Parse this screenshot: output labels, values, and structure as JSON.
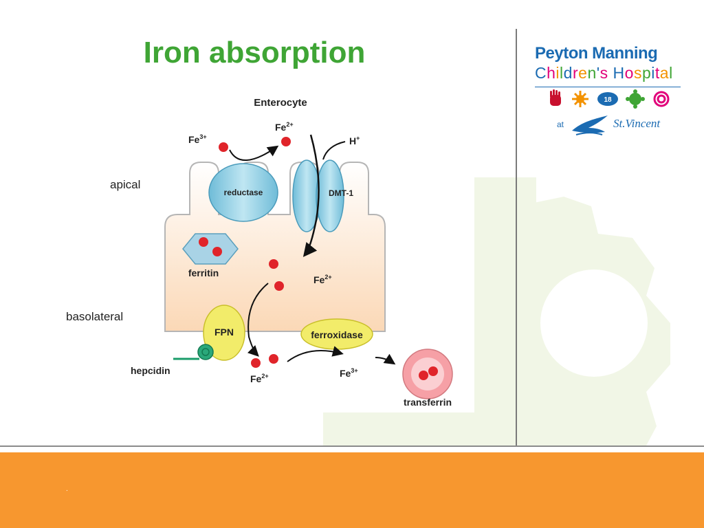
{
  "slide": {
    "title": "Iron absorption",
    "footer_mark": "."
  },
  "logo": {
    "line1": "Peyton Manning",
    "line2": "Children's Hospital",
    "line2_letters": [
      "C",
      "h",
      "i",
      "l",
      "d",
      "r",
      "e",
      "n",
      "'",
      "s",
      " ",
      "H",
      "o",
      "s",
      "p",
      "i",
      "t",
      "a",
      "l"
    ],
    "line2_colors": [
      "#1b6bb2",
      "#e1007a",
      "#f39200",
      "#3fa535",
      "#1b6bb2",
      "#e1007a",
      "#f39200",
      "#3fa535",
      "#1b6bb2",
      "#e1007a",
      "#ffffff",
      "#1b6bb2",
      "#e1007a",
      "#f39200",
      "#3fa535",
      "#1b6bb2",
      "#e1007a",
      "#f39200",
      "#3fa535"
    ],
    "icons": [
      "hand-icon",
      "sun-icon",
      "fish-18-icon",
      "flower-icon",
      "spiral-icon"
    ],
    "badge_number": "18",
    "at": "at",
    "partner": "St.Vincent"
  },
  "diagram": {
    "cell_label": "Enterocyte",
    "apical": "apical",
    "basolateral": "basolateral",
    "fe3_in": "Fe3+",
    "fe2_top": "Fe2+",
    "h_ion": "H+",
    "reductase": "reductase",
    "dmt1": "DMT-1",
    "ferritin": "ferritin",
    "fe2_mid": "Fe2+",
    "fpn": "FPN",
    "ferroxidase": "ferroxidase",
    "hepcidin": "hepcidin",
    "fe2_out": "Fe2+",
    "fe3_out": "Fe3+",
    "transferrin": "transferrin"
  },
  "colors": {
    "title_green": "#3fa535",
    "footer_orange": "#f7972f",
    "logo_blue": "#1b6bb2",
    "iron_red": "#e0242a",
    "transporter_blue": "#8fd0e6",
    "fpn_yellow": "#f2ec6a",
    "hepcidin_green": "#1a9c6a",
    "transferrin_pink": "#f6a0a6"
  }
}
